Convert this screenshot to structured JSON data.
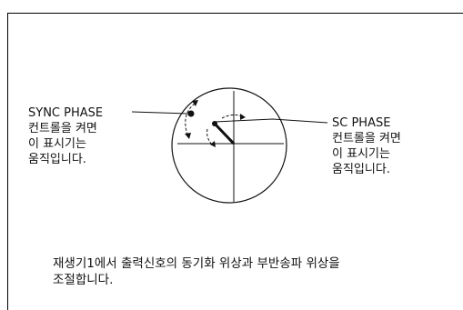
{
  "diagram": {
    "left_label": {
      "title": "SYNC PHASE",
      "line1": "컨트롤을 켜면",
      "line2": "이 표시기는",
      "line3": "움직입니다."
    },
    "right_label": {
      "title": "SC PHASE",
      "line1": "컨트롤을 켜면",
      "line2": "이 표시기는",
      "line3": "움직입니다."
    },
    "caption": {
      "line1": "재생기1에서 출력신호의 동기화 위상과 부반송파 위상을",
      "line2": "조절합니다."
    }
  }
}
